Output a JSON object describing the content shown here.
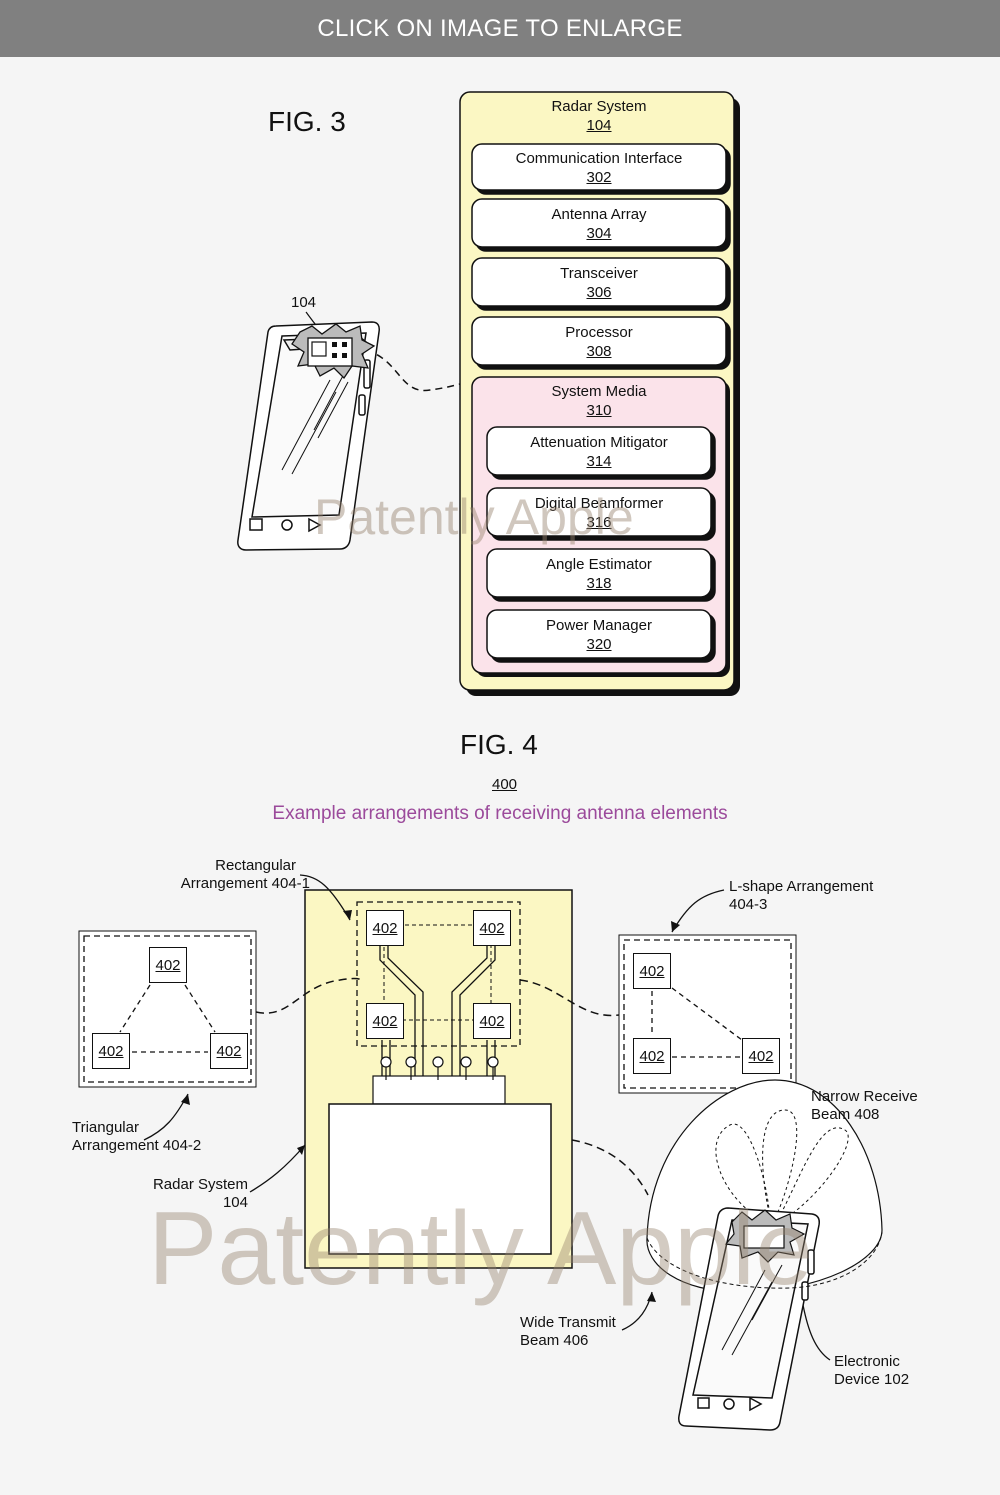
{
  "banner": {
    "text": "CLICK ON IMAGE TO ENLARGE"
  },
  "fig3": {
    "title": "FIG. 3",
    "device_ref": "104",
    "radar_system": {
      "name": "Radar System",
      "ref": "104"
    },
    "components": [
      {
        "name": "Communication Interface",
        "ref": "302"
      },
      {
        "name": "Antenna Array",
        "ref": "304"
      },
      {
        "name": "Transceiver",
        "ref": "306"
      },
      {
        "name": "Processor",
        "ref": "308"
      }
    ],
    "system_media": {
      "name": "System Media",
      "ref": "310"
    },
    "media_components": [
      {
        "name": "Attenuation Mitigator",
        "ref": "314"
      },
      {
        "name": "Digital Beamformer",
        "ref": "316"
      },
      {
        "name": "Angle Estimator",
        "ref": "318"
      },
      {
        "name": "Power Manager",
        "ref": "320"
      }
    ]
  },
  "fig4": {
    "title": "FIG. 4",
    "ref": "400",
    "subtitle": "Example arrangements of receiving antenna elements",
    "element_ref": "402",
    "labels": {
      "rectangular": [
        "Rectangular",
        "Arrangement 404-1"
      ],
      "triangular": [
        "Triangular",
        "Arrangement 404-2"
      ],
      "lshape": [
        "L-shape Arrangement",
        "404-3"
      ],
      "radar": [
        "Radar System",
        "104"
      ],
      "narrow": [
        "Narrow Receive",
        "Beam 408"
      ],
      "wide": [
        "Wide Transmit",
        "Beam 406"
      ],
      "device": [
        "Electronic",
        "Device 102"
      ]
    }
  },
  "watermark": {
    "text": "Patently Apple"
  },
  "colors": {
    "banner": "#808080",
    "radar_fill": "#fbf7c3",
    "media_fill": "#fbe3ea",
    "subtitle": "#9b4a9b"
  }
}
